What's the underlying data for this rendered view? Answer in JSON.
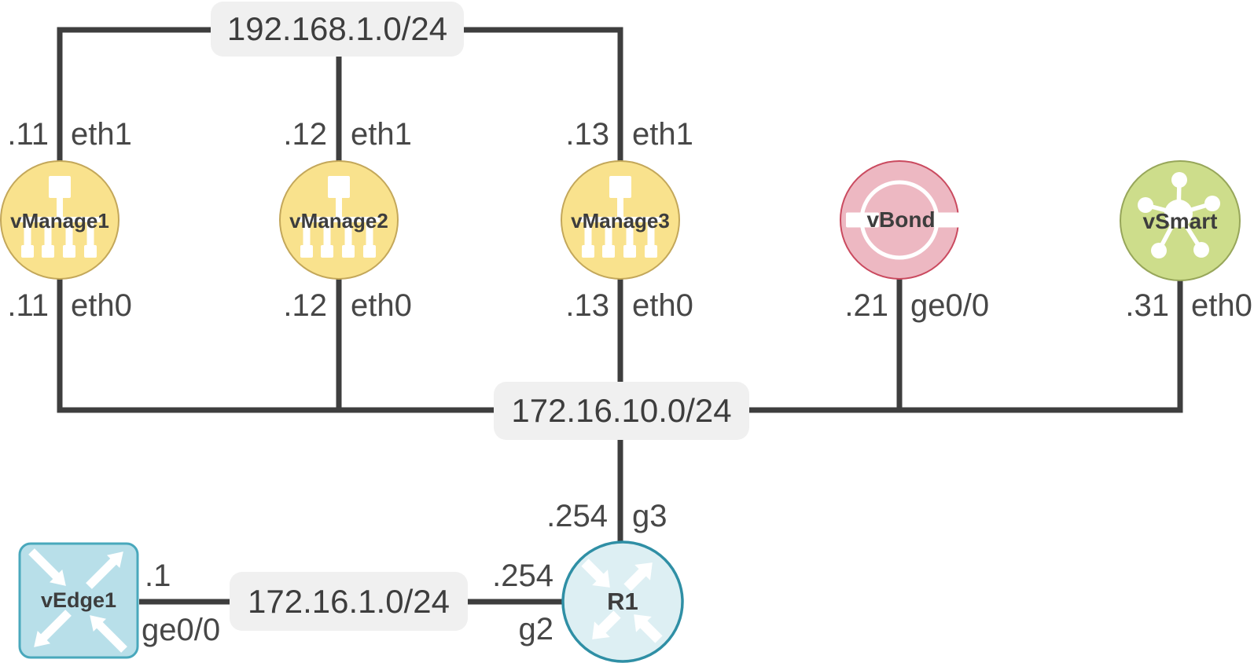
{
  "networks": {
    "management": {
      "label": "192.168.1.0/24"
    },
    "vpn512": {
      "label": "172.16.10.0/24"
    },
    "transport": {
      "label": "172.16.1.0/24"
    }
  },
  "nodes": {
    "vmanage1": {
      "label": "vManage1",
      "eth1": {
        "ip": ".11",
        "name": "eth1"
      },
      "eth0": {
        "ip": ".11",
        "name": "eth0"
      }
    },
    "vmanage2": {
      "label": "vManage2",
      "eth1": {
        "ip": ".12",
        "name": "eth1"
      },
      "eth0": {
        "ip": ".12",
        "name": "eth0"
      }
    },
    "vmanage3": {
      "label": "vManage3",
      "eth1": {
        "ip": ".13",
        "name": "eth1"
      },
      "eth0": {
        "ip": ".13",
        "name": "eth0"
      }
    },
    "vbond": {
      "label": "vBond",
      "ge0": {
        "ip": ".21",
        "name": "ge0/0"
      }
    },
    "vsmart": {
      "label": "vSmart",
      "eth0": {
        "ip": ".31",
        "name": "eth0"
      }
    },
    "vedge1": {
      "label": "vEdge1",
      "ge0": {
        "ip": ".1",
        "name": "ge0/0"
      }
    },
    "r1": {
      "label": "R1",
      "g3": {
        "ip": ".254",
        "name": "g3"
      },
      "g2": {
        "ip": ".254",
        "name": "g2"
      }
    }
  },
  "colors": {
    "link": "#3e3e3e",
    "label_box_bg": "#f0f0f0",
    "text": "#3d3d3d",
    "icon": "#ffffff",
    "vmanage_fill": "#f9e28d",
    "vmanage_border": "#c3a75a",
    "vbond_fill": "#edb8c2",
    "vbond_border": "#ca4a5f",
    "vsmart_fill": "#cddd8b",
    "vsmart_border": "#97a65a",
    "vedge_fill": "#b8dfe9",
    "vedge_border": "#49a8bc",
    "r1_fill": "#ddeff3",
    "r1_border": "#2f8fa5"
  }
}
